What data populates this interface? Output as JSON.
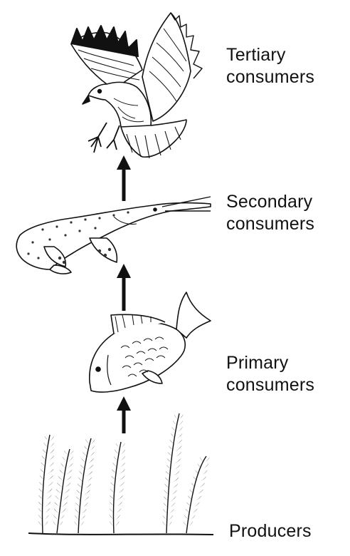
{
  "levels": [
    {
      "id": "tertiary",
      "label": "Tertiary\nconsumers",
      "organism_icon": "hawk-icon"
    },
    {
      "id": "secondary",
      "label": "Secondary\nconsumers",
      "organism_icon": "gar-fish-icon"
    },
    {
      "id": "primary",
      "label": "Primary\nconsumers",
      "organism_icon": "carp-fish-icon"
    },
    {
      "id": "producers",
      "label": "Producers",
      "organism_icon": "aquatic-plants-icon"
    }
  ],
  "colors": {
    "ink": "#111111",
    "spots": "#333333",
    "background": "#ffffff"
  }
}
